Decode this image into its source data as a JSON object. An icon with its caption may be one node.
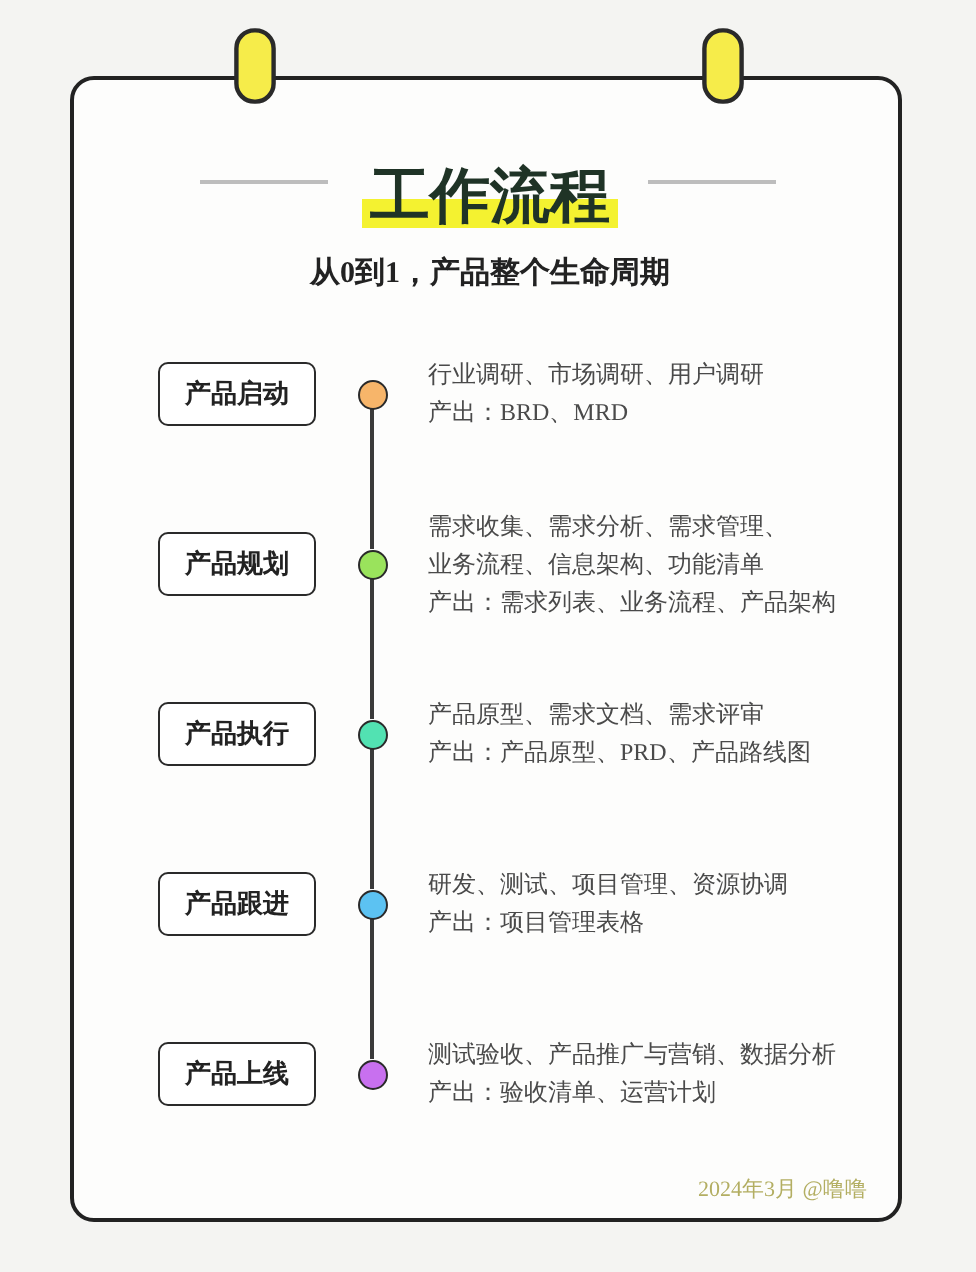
{
  "diagram": {
    "title": "工作流程",
    "nodes": [
      {
        "text": [
          "产品启动"
        ]
      },
      {
        "text": [],
        "shape": "circle",
        "beside": [
          "行业调研、市场调研、用户调研",
          "产出：BRD、MRD"
        ]
      },
      {
        "text": [
          "产品规划"
        ]
      },
      {
        "text": [],
        "shape": "circle",
        "beside": [
          "需求收集、需求分析、需求管理、业务流程、信息架构、功能清单",
          "产出：需求列表、业务流程、产品架构"
        ]
      },
      {
        "text": [
          "产品执行"
        ]
      },
      {
        "text": [],
        "shape": "circle",
        "beside": [
          "产品原型、需求文档、需求评审",
          "产出：产品原型、PRD、产品路线图"
        ]
      },
      {
        "text": [
          "产品跟进"
        ]
      },
      {
        "text": [],
        "shape": "circle",
        "beside": [
          "研发、测试、项目管理、资源协调",
          "产出：项目管理表格"
        ]
      },
      {
        "text": [
          "产品上线"
        ]
      },
      {
        "text": [],
        "shape": "circle",
        "beside": [
          "测试验收、产品推广与营销、数据分析",
          "产出：验收清单、运营计划"
        ]
      }
    ],
    "edges": [
      {
        "from": 1,
        "to": 3,
        "arrow": "none"
      },
      {
        "from": 3,
        "to": 5,
        "arrow": "none"
      },
      {
        "from": 5,
        "to": 7,
        "arrow": "none"
      },
      {
        "from": 7,
        "to": 9,
        "arrow": "none"
      }
    ],
    "labels": [
      "从0到1，产品整个生命周期",
      "2024年3月 @噜噜"
    ]
  }
}
